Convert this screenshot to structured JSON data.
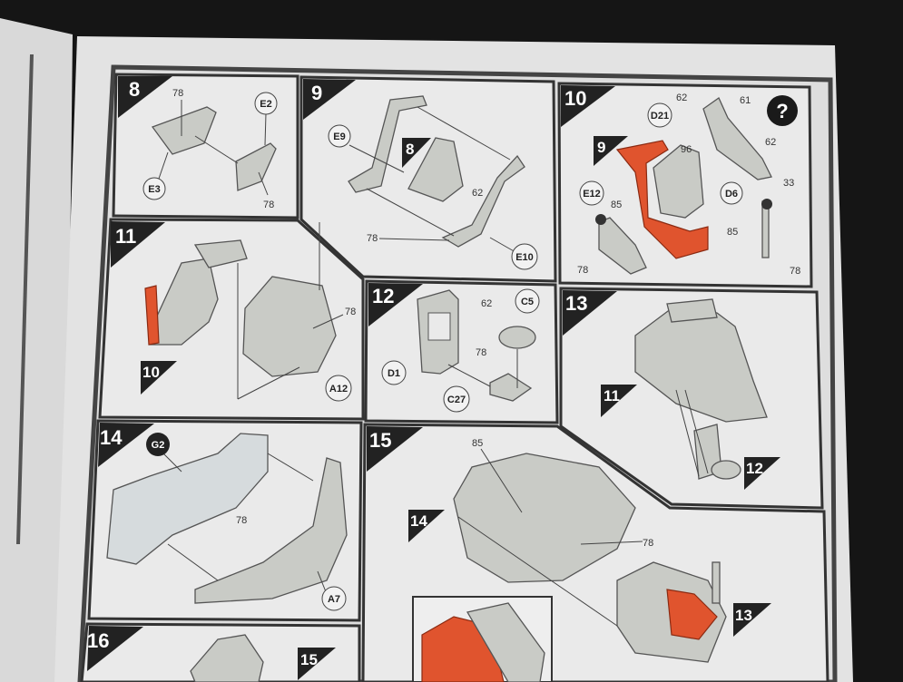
{
  "steps": [
    {
      "number": "8",
      "callouts": [
        "78",
        "E2",
        "E3",
        "78"
      ]
    },
    {
      "number": "9",
      "callouts": [
        "E9",
        "62",
        "78",
        "E10"
      ],
      "refs": [
        "8"
      ]
    },
    {
      "number": "10",
      "callouts": [
        "62",
        "61",
        "D21",
        "96",
        "62",
        "33",
        "E12",
        "85",
        "D6",
        "85",
        "78",
        "78"
      ],
      "refs": [
        "9"
      ]
    },
    {
      "number": "11",
      "callouts": [
        "78",
        "A12"
      ],
      "refs": [
        "10"
      ]
    },
    {
      "number": "12",
      "callouts": [
        "62",
        "C5",
        "78",
        "D1",
        "C27"
      ]
    },
    {
      "number": "13",
      "callouts": [],
      "refs": [
        "11",
        "12"
      ]
    },
    {
      "number": "14",
      "callouts": [
        "G2",
        "78",
        "A7"
      ]
    },
    {
      "number": "15",
      "callouts": [
        "85",
        "78"
      ],
      "refs": [
        "14",
        "13"
      ]
    },
    {
      "number": "16",
      "callouts": [],
      "refs": [
        "15"
      ]
    }
  ],
  "icons": {
    "help": "question-mark-icon"
  },
  "colors": {
    "frame": "#333333",
    "paper": "#eaeaea",
    "highlight": "#e0542e",
    "background": "#151515"
  }
}
